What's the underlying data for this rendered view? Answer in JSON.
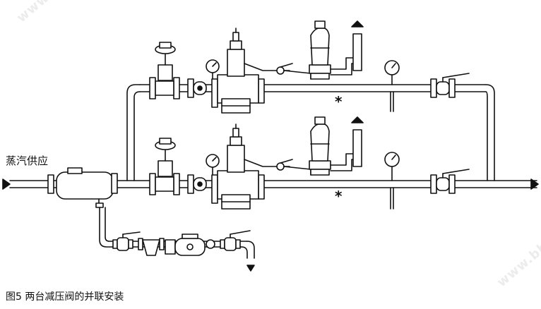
{
  "labels": {
    "supply": "蒸汽供应",
    "caption": "图5 两台减压阀的并联安装",
    "star_top": "*",
    "star_bottom": "*"
  },
  "watermark": "www.bbw.com",
  "colors": {
    "line": "#111111",
    "fill": "#ffffff",
    "watermark": "#ececec"
  }
}
